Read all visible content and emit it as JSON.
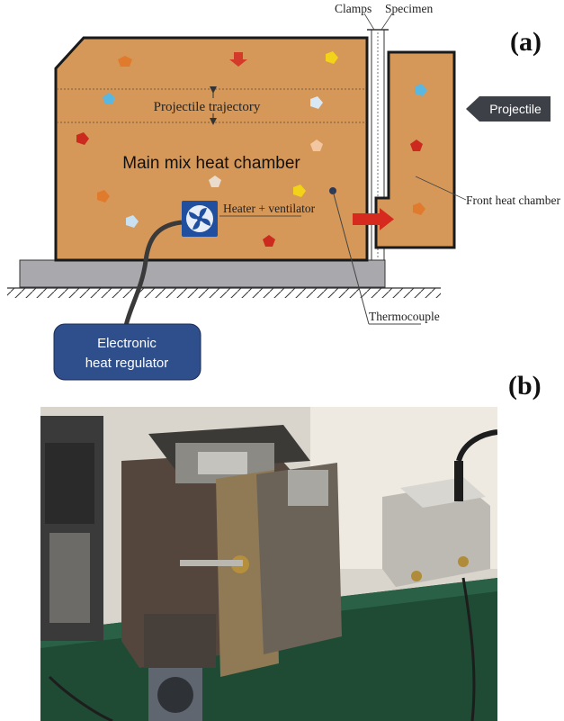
{
  "panel_a": {
    "label": "(a)",
    "labels": {
      "clamps": "Clamps",
      "specimen": "Specimen",
      "projectile": "Projectile",
      "projectile_trajectory": "Projectile trajectory",
      "main_chamber": "Main mix heat chamber",
      "heater": "Heater + ventilator",
      "front_chamber": "Front heat chamber",
      "thermocouple": "Thermocouple",
      "regulator_line1": "Electronic",
      "regulator_line2": "heat regulator"
    },
    "colors": {
      "chamber_fill": "#d69859",
      "chamber_stroke": "#1a1a1a",
      "base": "#a9a9ad",
      "regulator_box": "#2f4f8c",
      "heat_arrow": "#d62a1e",
      "projectile_tag": "#3d4147",
      "fan": "#1f4f9e"
    }
  },
  "panel_b": {
    "label": "(b)",
    "photo_description_icons": [
      "test-rig-photo"
    ]
  }
}
